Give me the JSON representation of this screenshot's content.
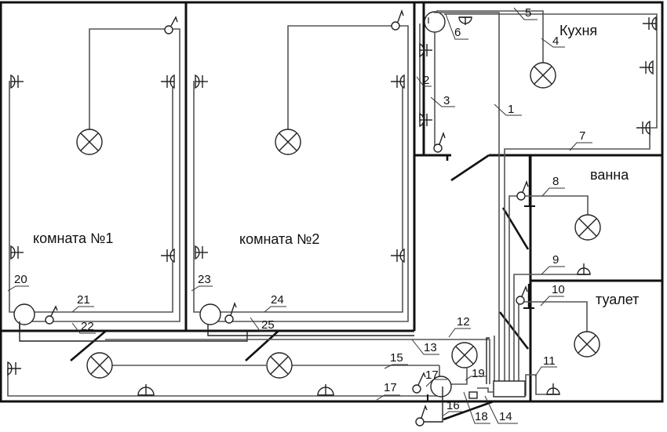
{
  "diagram": {
    "type": "electrical wiring floor plan",
    "rooms": [
      {
        "id": "room1",
        "label": "комната №1"
      },
      {
        "id": "room2",
        "label": "комната №2"
      },
      {
        "id": "kitchen",
        "label": "Кухня"
      },
      {
        "id": "bath",
        "label": "ванна"
      },
      {
        "id": "toilet",
        "label": "туалет"
      }
    ],
    "callouts": [
      "1",
      "2",
      "3",
      "4",
      "5",
      "6",
      "7",
      "8",
      "9",
      "10",
      "11",
      "12",
      "13",
      "14",
      "15",
      "16",
      "17",
      "17",
      "18",
      "19",
      "20",
      "21",
      "22",
      "23",
      "24",
      "25"
    ],
    "symbols": {
      "lamp": "lamp-cross-circle",
      "socket": "socket-half-circle",
      "switch": "switch-circle-flag",
      "junction_box": "junction-circle",
      "panel": "distribution-panel"
    },
    "colors": {
      "walls": "#111111",
      "wires": "#555555",
      "background": "#ffffff"
    }
  }
}
